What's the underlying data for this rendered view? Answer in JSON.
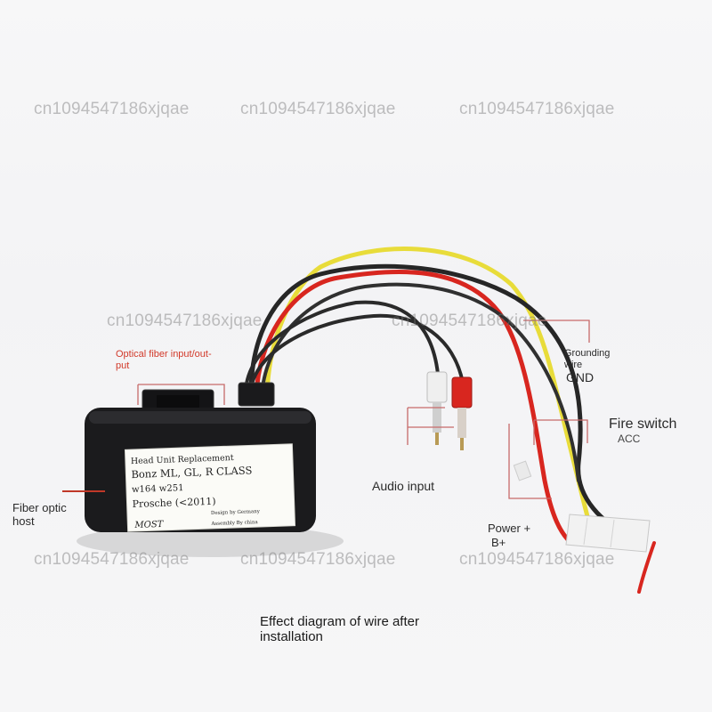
{
  "watermark": "cn1094547186xjqae",
  "labels": {
    "optical_fiber_line1": "Optical fiber input/out-",
    "optical_fiber_line2": "put",
    "grounding_line1": "Grounding",
    "grounding_line2": "wire",
    "gnd": "GND",
    "fire_switch": "Fire switch",
    "acc": "ACC",
    "audio_input": "Audio input",
    "fiber_optic_host_line1": "Fiber optic",
    "fiber_optic_host_line2": "host",
    "power": "Power +",
    "b_plus": "B+",
    "caption_line1": "Effect diagram of wire after",
    "caption_line2": "installation"
  },
  "sticker": {
    "line1": "Head Unit Replacement",
    "line2": "Bonz   ML, GL, R CLASS",
    "line3": "w164 w251",
    "line4": "Prosche (<2011)",
    "line5": "Design by Germany",
    "line6": "MOST",
    "line7": "Assembly By china"
  },
  "colors": {
    "annotation_red": "#d23a2a",
    "annotation_line": "#c76a6a",
    "device_body": "#1b1b1d",
    "wire_yellow": "#e8dc3a",
    "wire_red": "#d8261f",
    "wire_black": "#262626"
  }
}
